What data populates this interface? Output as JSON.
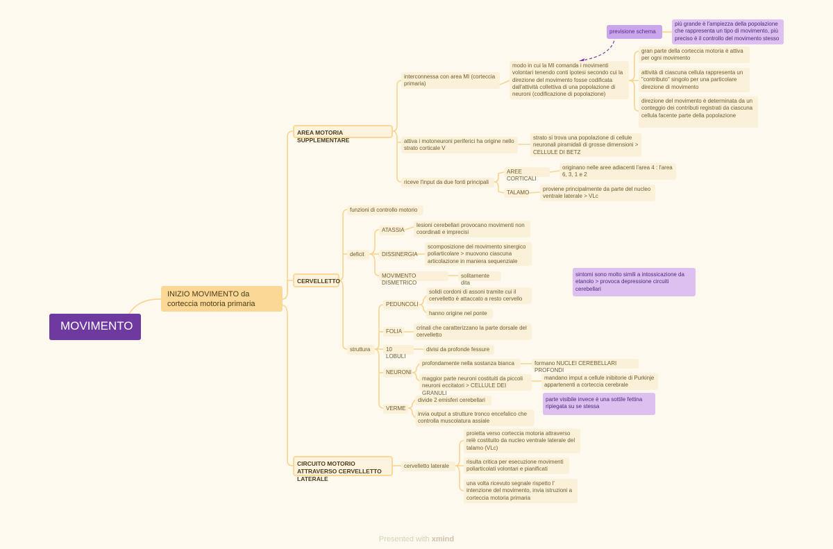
{
  "root": "MOVIMENTO",
  "main": "INIZIO MOVIMENTO da corteccia motoria primaria",
  "branches": {
    "ams": "AREA MOTORIA SUPPLEMENTARE",
    "cerv": "CERVELLETTO",
    "circ": "CIRCUITO MOTORIO ATTRAVERSO CERVELLETTO LATERALE"
  },
  "ams": {
    "interconnessa": "interconnessa con area MI (corteccia primaria)",
    "modo": "modo in cui la MI comanda i movimenti volontari tenendo conti ipotesi secondo cui la direzione del movimento fosse codificata dall'attività collettiva di una popolazione di neuroni (codificazione di popolazione)",
    "gran_parte": "gran parte della corteccia motoria è attiva per ogni movimento",
    "attivita": "attività di ciascuna cellula rappresenta un \"contributo\" singolo per una particolare direzione di movimento",
    "direzione": "direzione del movimento è determinata da un conteggio dei contributi registrati da ciascuna cellula facente parte della popolazione",
    "previsione": "previsione schema",
    "piu_grande": "più grande è l'ampiezza della popolazione che rappresenta un tipo di movimento, più preciso è il controllo del movimento stesso",
    "attiva": "attiva i motoneuroni periferici ha origine nello strato corticale V",
    "strato": "strato si trova una popolazione di cellule neuronali piramidali di grosse dimensioni > CELLULE DI BETZ",
    "riceve": "riceve l'input da due fonti principali",
    "aree": "AREE CORTICALI",
    "originano": "originano nelle aree adiacenti l'area 4 : l'area 6, 3, 1 e 2",
    "talamo": "TALAMO",
    "proviene": "proviene principalmente da parte del nucleo ventrale laterale > VLc"
  },
  "cerv": {
    "funzioni": "funzioni di controllo motorio",
    "deficit": "deficit",
    "atassia": "ATASSIA",
    "atassia_d": "lesioni cerebellari provocano movimenti non coordinati e imprecisi",
    "dissinergia": "DISSINERGIA",
    "dissinergia_d": "scomposizione del movimento sinergico poliarticolare > muovono ciascuna articolazione in maniera sequenziale",
    "dismetrico": "MOVIMENTO DISMETRICO",
    "dismetrico_d": "solitamente dita",
    "sintomi": "sintomi sono molto simili a intossicazione da etanolo > provoca depressione circuiti cerebellari",
    "struttura": "struttura",
    "peduncoli": "PEDUNCOLI",
    "solidi": "solidi cordoni di assoni tramite cui il cervelletto è attaccato a resto cervello",
    "hanno": "hanno origine nel ponte",
    "folia": "FOLIA",
    "crinali": "crinali che caratterizzano la parte dorsale del cervelletto",
    "lobuli": "10 LOBULI",
    "divisi": "divisi da profonde fessure",
    "neuroni": "NEURONI",
    "profondamente": "profondamente nella sostanza bianca",
    "formano": "formano NUCLEI CEREBELLARI PROFONDI",
    "maggior": "maggior parte neuroni costituiti da piccoli neuroni eccitatori > CELLULE DEI GRANULI",
    "mandano": "mandano imput a cellule inibitorie di Purkinje appartenenti a corteccia cerebrale",
    "verme": "VERME",
    "divide": "divide 2 emisferi cerebellari",
    "invia": "invia output a strutture tronco encefalico che controlla muscolatura assiale",
    "parte": "parte visibile invece è una sottile fettina ripiegata su se stessa"
  },
  "circ": {
    "lat": "cervelletto laterale",
    "proietta": "proietta verso corteccia motoria attraverso relè costituito da nucleo ventrale laterale del talamo (VLc)",
    "risulta": "risulta critica per esecuzione movimenti poliarticolati volontari e pianificati",
    "una": "una volta ricevuto segnale rispetto l' intenzione del movimento, invia istruzioni a corteccia motoria primaria"
  },
  "footer": {
    "presented": "Presented with",
    "brand": "xmind"
  },
  "colors": {
    "root": "#6e3aa0",
    "main": "#fcd896",
    "line": "#f8d48c",
    "node": "#fbf1d8",
    "note": "#ddc0ef"
  }
}
